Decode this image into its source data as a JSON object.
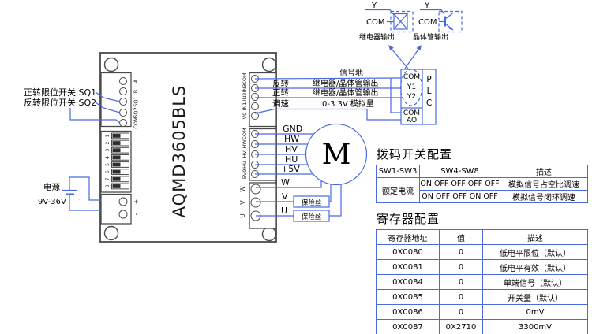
{
  "colors": {
    "wire_blue": "#4a6adf",
    "board_gray": "#4a4a4a",
    "text_black": "#000000"
  },
  "board": {
    "name": "AQMD3605BLS"
  },
  "connectors": {
    "left": [
      "A",
      "B",
      "SQ1",
      "SQ2",
      "COM"
    ],
    "right_top": [
      "COM",
      "IN3",
      "IN2",
      "IN1",
      "V0"
    ],
    "right_mid": [
      "COM",
      "HW",
      "HV",
      "HU",
      "5V0"
    ],
    "right_bottom": [
      "W",
      "V",
      "U"
    ],
    "power": [
      "+",
      "-"
    ]
  },
  "dip": {
    "numbers": [
      "1",
      "2",
      "3",
      "4",
      "5",
      "6",
      "7",
      "8"
    ]
  },
  "labels": {
    "sq1": "正转限位开关 SQ1",
    "sq2": "反转限位开关 SQ2",
    "power": "电源",
    "voltage": "9V-36V",
    "signal_ground": "信号地",
    "reverse": "反转",
    "forward": "正转",
    "speed": "调速",
    "relay_transistor_out1": "继电器/晶体管输出",
    "relay_transistor_out2": "继电器/晶体管输出",
    "analog": "0-3.3V 模拟量",
    "gnd": "GND",
    "hw": "HW",
    "hv": "HV",
    "hu": "HU",
    "p5v": "+5V",
    "w": "W",
    "v": "V",
    "u": "U",
    "fuse1": "保险丝",
    "fuse2": "保险丝",
    "motor": "M"
  },
  "plc": {
    "t1": "COM",
    "t2": "Y1",
    "t3": "Y2",
    "t4": "COM",
    "t5": "AO",
    "p": "P",
    "l": "L",
    "c": "C"
  },
  "outputs": {
    "relay": {
      "y": "Y",
      "com": "COM",
      "caption": "继电器输出"
    },
    "transistor": {
      "y": "Y",
      "com": "COM",
      "caption": "晶体管输出"
    }
  },
  "dip_table": {
    "title": "拨码开关配置",
    "headers": [
      "SW1-SW3",
      "SW4-SW8",
      "描述"
    ],
    "merged_col1": "额定电流",
    "rows": [
      [
        "ON OFF OFF OFF OFF",
        "模拟信号占空比调速"
      ],
      [
        "ON OFF OFF ON  OFF",
        "模拟信号闭环调速"
      ]
    ]
  },
  "register_table": {
    "title": "寄存器配置",
    "headers": [
      "寄存器地址",
      "值",
      "描述"
    ],
    "rows": [
      [
        "0X0080",
        "0",
        "低电平限位（默认）"
      ],
      [
        "0X0081",
        "0",
        "低电平有效（默认）"
      ],
      [
        "0X0084",
        "0",
        "单端信号（默认）"
      ],
      [
        "0X0085",
        "0",
        "开关量（默认）"
      ],
      [
        "0X0086",
        "0",
        "0mV"
      ],
      [
        "0X0087",
        "0X2710",
        "3300mV"
      ]
    ]
  }
}
